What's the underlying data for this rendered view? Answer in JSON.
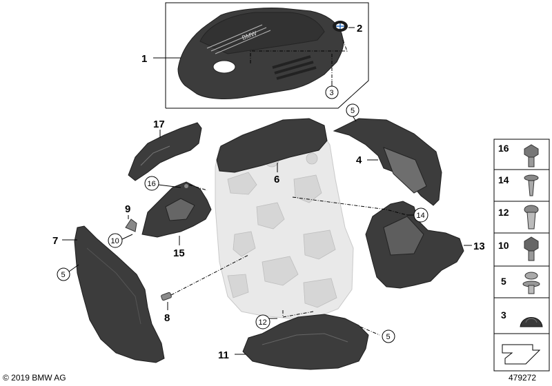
{
  "callouts": {
    "c1": "1",
    "c2": "2",
    "c3": "3",
    "c4": "4",
    "c5a": "5",
    "c5b": "5",
    "c5c": "5",
    "c6": "6",
    "c7": "7",
    "c8": "8",
    "c9": "9",
    "c10": "10",
    "c11": "11",
    "c12": "12",
    "c13": "13",
    "c14": "14",
    "c15": "15",
    "c16": "16",
    "c17": "17"
  },
  "legend": [
    "16",
    "14",
    "12",
    "10",
    "5",
    "3"
  ],
  "footer": {
    "copyright": "© 2019 BMW AG",
    "image_number": "479272"
  }
}
